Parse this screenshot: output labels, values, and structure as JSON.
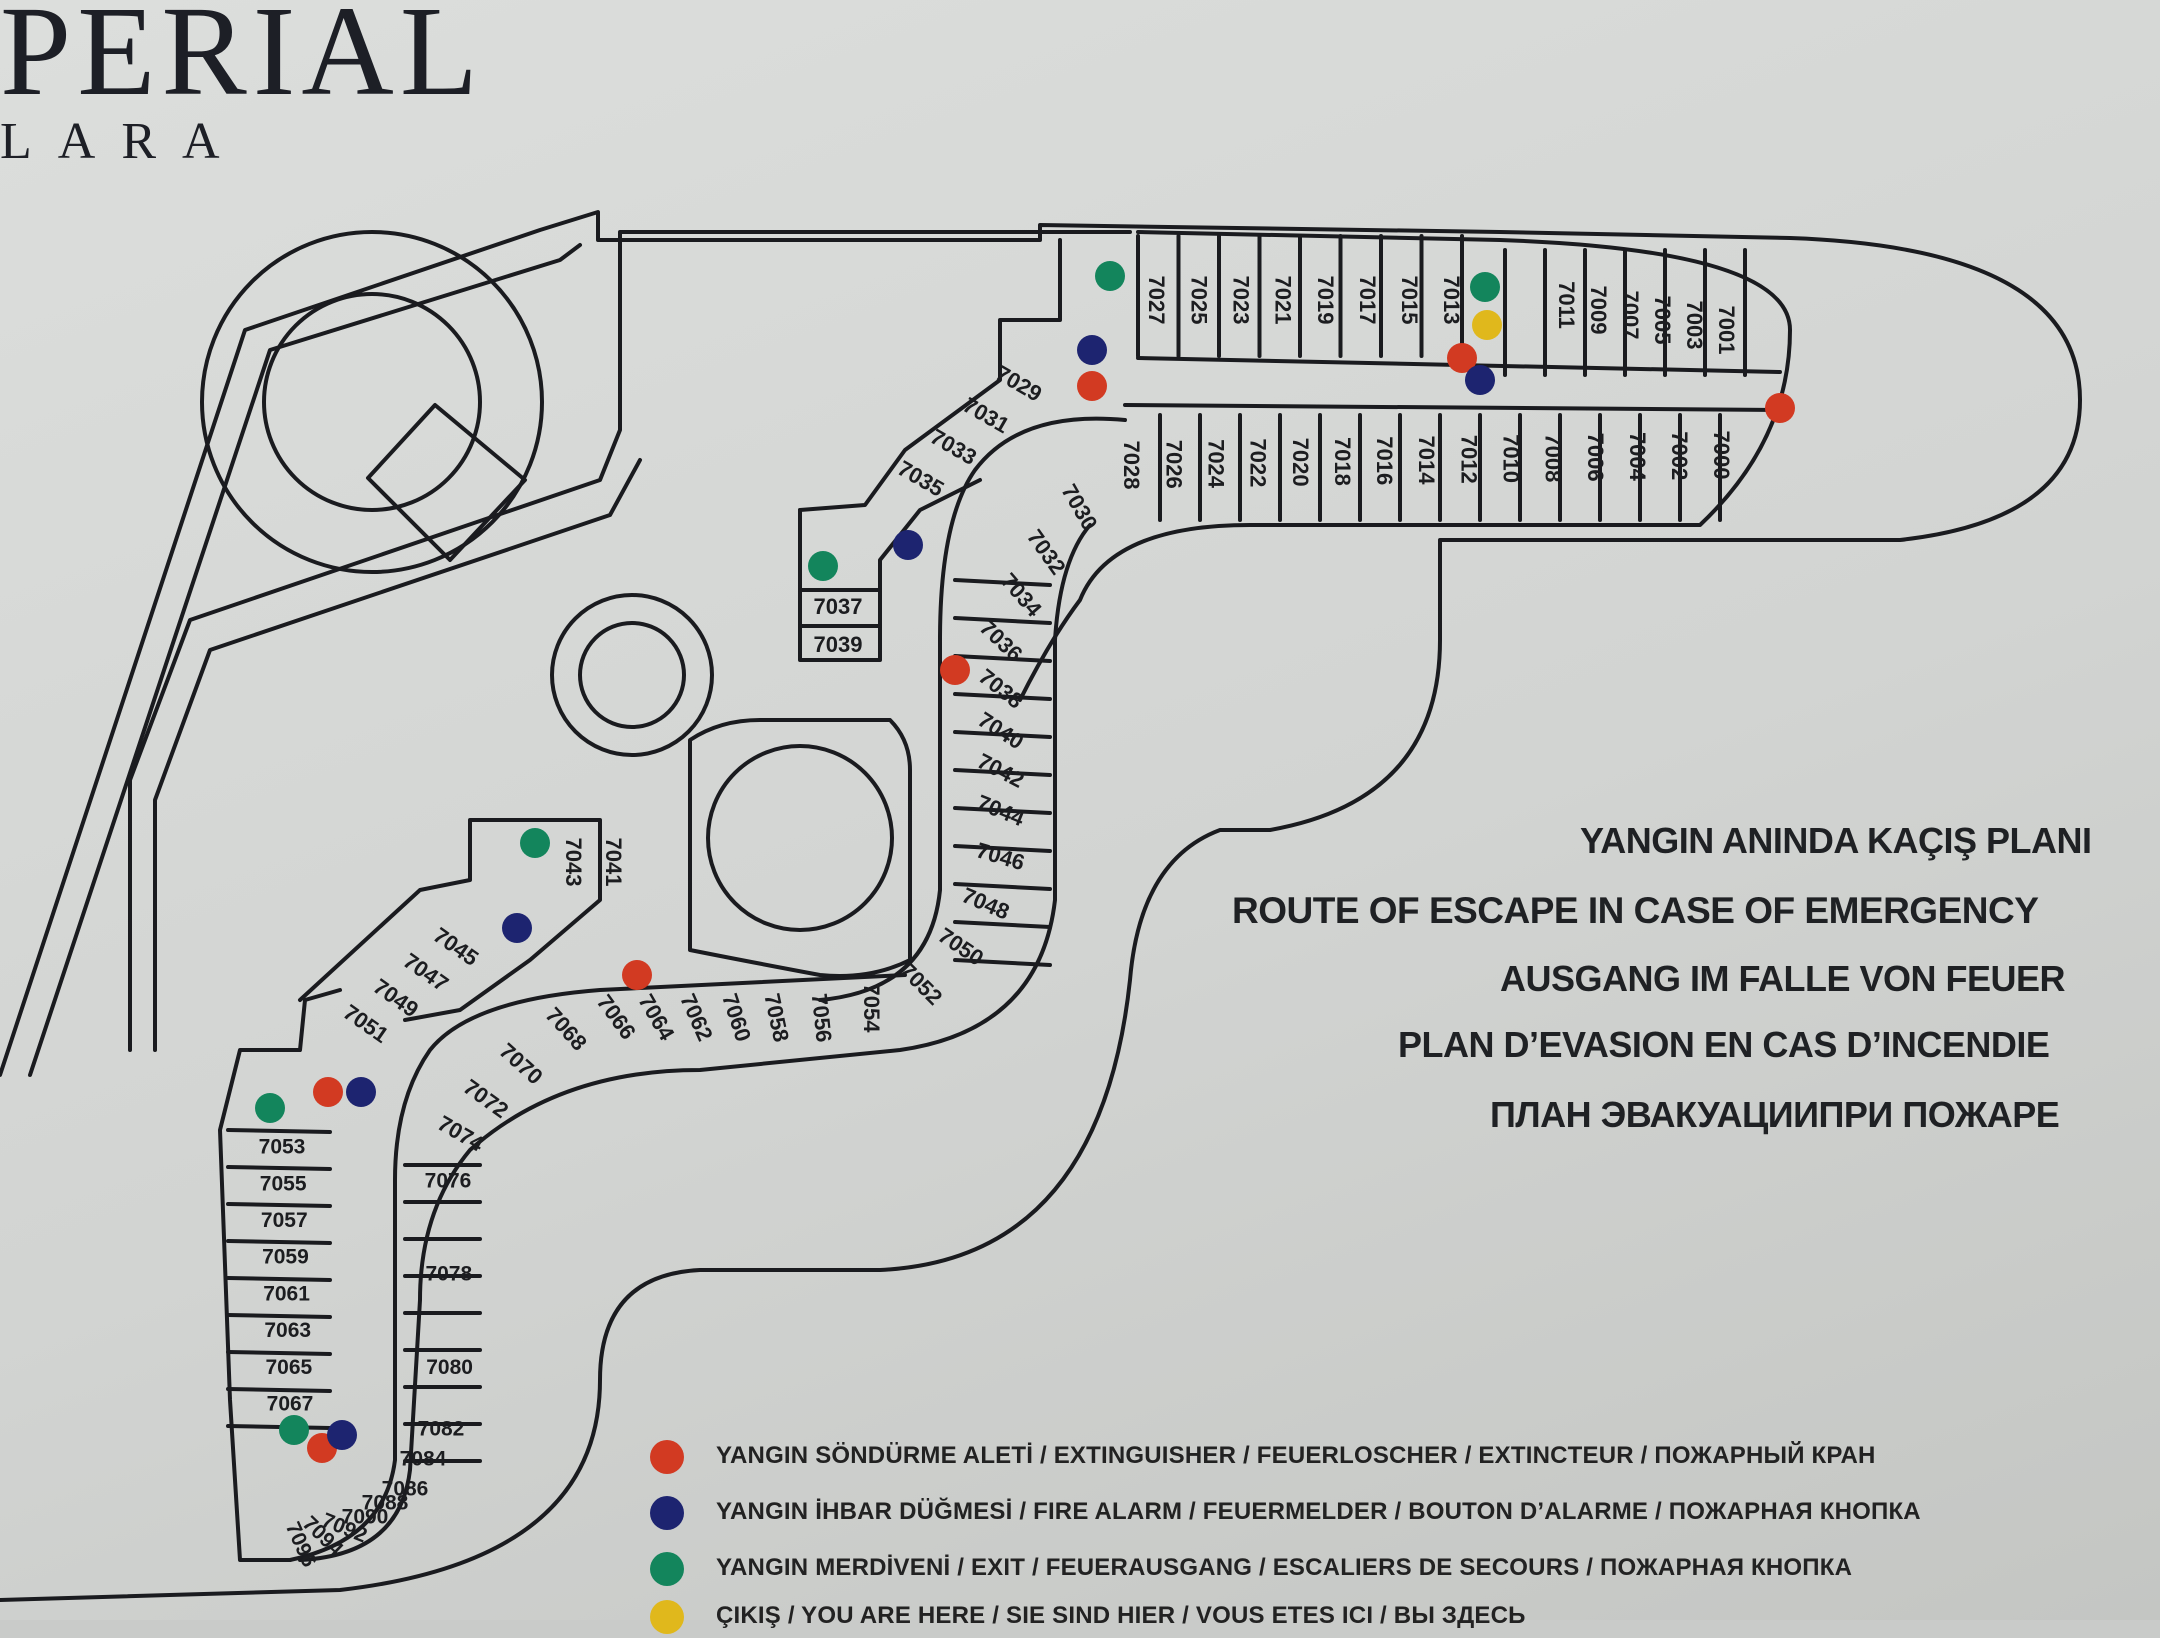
{
  "logo": {
    "name": "PERIAL",
    "subtitle": "LARA"
  },
  "titles": [
    "YANGIN ANINDA KAÇIŞ PLANI",
    "ROUTE OF ESCAPE IN CASE OF EMERGENCY",
    "AUSGANG IM FALLE VON FEUER",
    "PLAN D’EVASION EN CAS D’INCENDIE",
    "ПЛАН ЭВАКУАЦИИПРИ ПОЖАРЕ"
  ],
  "legend": [
    {
      "label": "YANGIN SÖNDÜRME ALETİ / EXTINGUISHER / FEUERLOSCHER / EXTINCTEUR / ПОЖАРНЫЙ КРАН",
      "color": "#d23a22",
      "icon": "extinguisher-dot"
    },
    {
      "label": "YANGIN İHBAR DÜĞMESİ / FIRE ALARM / FEUERMELDER / BOUTON D’ALARME / ПОЖАРНАЯ КНОПКА",
      "color": "#1d2470",
      "icon": "fire-alarm-dot"
    },
    {
      "label": "YANGIN MERDİVENİ / EXIT / FEUERAUSGANG / ESCALIERS DE SECOURS / ПОЖАРНАЯ КНОПКА",
      "color": "#13855c",
      "icon": "exit-dot"
    },
    {
      "label": "ÇIKIŞ / YOU ARE HERE / SIE SIND HIER / VOUS ETES ICI / ВЫ ЗДЕСЬ",
      "color": "#e0b81c",
      "icon": "you-are-here-dot"
    }
  ],
  "rooms": {
    "north_top": [
      "7027",
      "7025",
      "7023",
      "7021",
      "7019",
      "7017",
      "7015",
      "7013"
    ],
    "north_east": [
      "7011",
      "7009",
      "7007",
      "7005",
      "7003",
      "7001"
    ],
    "north_south": [
      "7028",
      "7026",
      "7024",
      "7022",
      "7020",
      "7018",
      "7016",
      "7014",
      "7012",
      "7010",
      "7008",
      "7006",
      "7004",
      "7002",
      "7000"
    ],
    "diag_upper": [
      "7029",
      "7031",
      "7033",
      "7035"
    ],
    "mid_pair": [
      "7037",
      "7039"
    ],
    "curve_a": [
      "7030",
      "7032",
      "7034",
      "7036",
      "7038",
      "7040",
      "7042",
      "7044",
      "7046",
      "7048",
      "7050",
      "7052"
    ],
    "curve_b": [
      "7054",
      "7056",
      "7058",
      "7060",
      "7062",
      "7064",
      "7066",
      "7068",
      "7070",
      "7072",
      "7074"
    ],
    "small_pair": [
      "7043",
      "7041"
    ],
    "diag_lower": [
      "7045",
      "7047",
      "7049",
      "7051"
    ],
    "west_col": [
      "7053",
      "7055",
      "7057",
      "7059",
      "7061",
      "7063",
      "7065",
      "7067"
    ],
    "south_col": [
      "7076",
      "7078",
      "7080",
      "7082",
      "7084",
      "7086",
      "7088",
      "7090",
      "7092",
      "7094",
      "7096"
    ]
  },
  "markers": {
    "extinguisher": "#d23a22",
    "alarm": "#1d2470",
    "exit": "#13855c",
    "here": "#e0b81c"
  }
}
